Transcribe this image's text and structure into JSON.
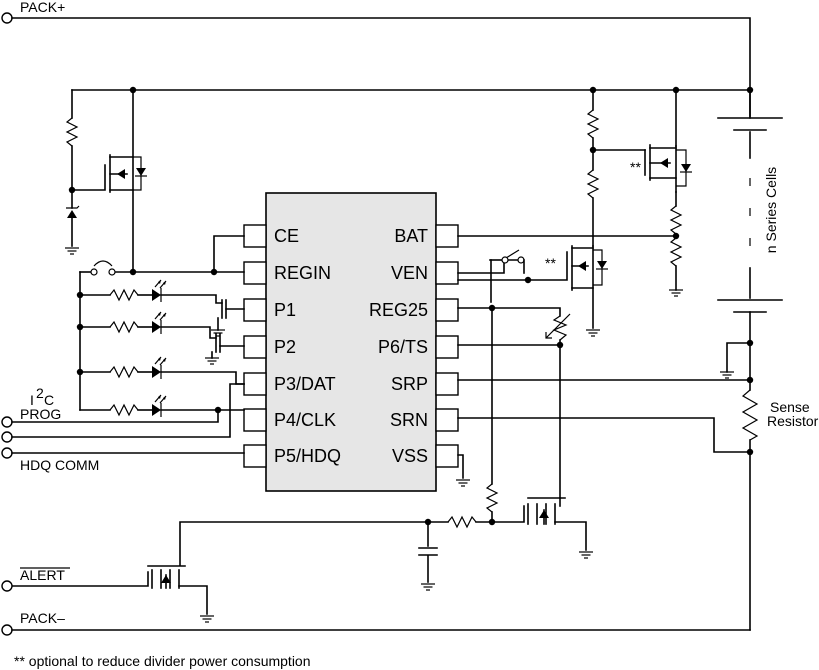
{
  "ic": {
    "left_pins": [
      "CE",
      "REGIN",
      "P1",
      "P2",
      "P3/DAT",
      "P4/CLK",
      "P5/HDQ"
    ],
    "right_pins": [
      "BAT",
      "VEN",
      "REG25",
      "P6/TS",
      "SRP",
      "SRN",
      "VSS"
    ]
  },
  "labels": {
    "pack_plus": "PACK+",
    "pack_minus": "PACK–",
    "i2c_i": "I",
    "i2c_sup": "2",
    "i2c_c": "C",
    "prog": "PROG",
    "hdq_comm": "HDQ COMM",
    "alert": "ALERT",
    "cells": "n Series Cells",
    "sense": "Sense",
    "resistor": "Resistor",
    "optional_mark_1": "**",
    "optional_mark_2": "**",
    "footnote": "** optional to reduce divider power consumption"
  }
}
